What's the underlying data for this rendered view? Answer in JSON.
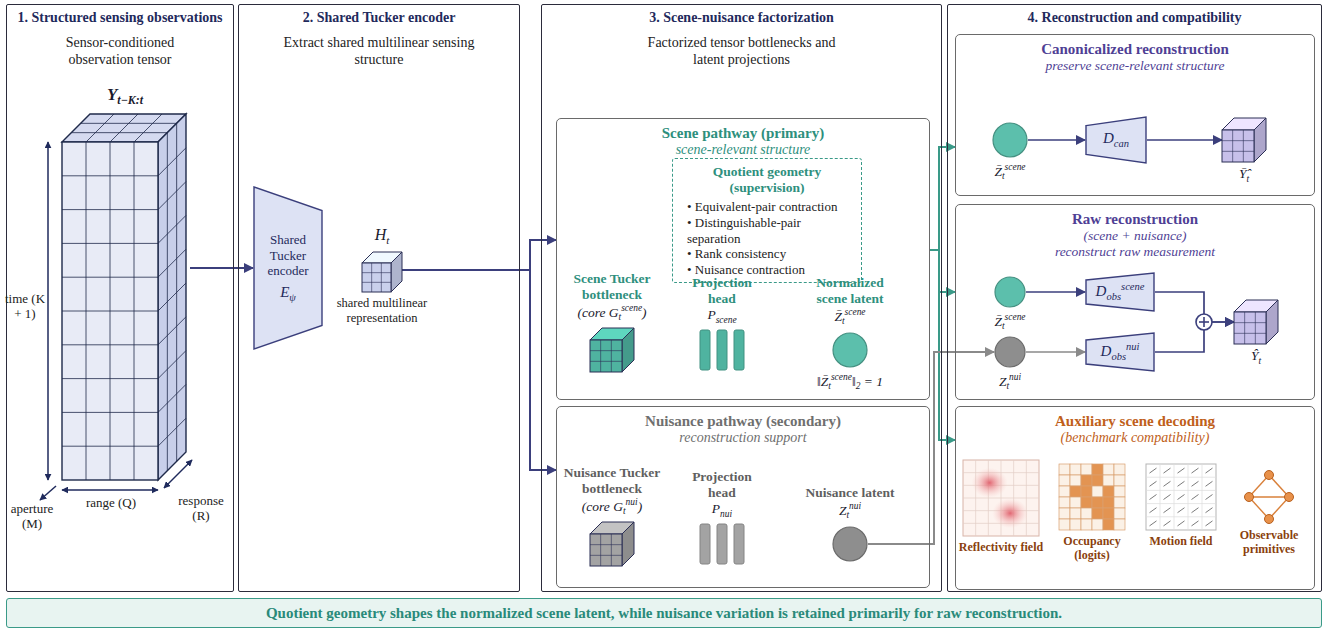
{
  "diagram": {
    "caption": "Quotient geometry shapes the normalized scene latent, while nuisance variation is retained primarily for raw reconstruction.",
    "nodes": [
      {
        "text": [
          "1. Structured sensing observations",
          "Sensor-conditioned observation tensor"
        ]
      },
      {
        "text": [
          "Yt−K:t"
        ],
        "in": 0
      },
      {
        "text": [
          "2. Shared Tucker encoder",
          "Extract shared multilinear sensing structure"
        ]
      },
      {
        "text": [
          "Shared Tucker encoder",
          "Eψ"
        ],
        "in": 2
      },
      {
        "text": [
          "Ht",
          "shared multilinear representation"
        ],
        "in": 2
      },
      {
        "text": [
          "3. Scene-nuisance factorization",
          "Factorized tensor bottlenecks and latent projections"
        ]
      },
      {
        "text": [
          "Scene pathway (primary)",
          "scene-relevant structure"
        ],
        "in": 5
      },
      {
        "text": [
          "Quotient geometry (supervision)",
          "• Equivalent-pair contraction",
          "• Distinguishable-pair separation",
          "• Rank consistency",
          "• Nuisance contraction"
        ],
        "in": 6
      },
      {
        "text": [
          "Scene Tucker bottleneck",
          "(core Gtscene)"
        ],
        "in": 6
      },
      {
        "text": [
          "Projection head",
          "Pscene"
        ],
        "in": 6
      },
      {
        "text": [
          "Normalized scene latent",
          "Z̄tscene",
          "‖Z̄tscene‖2 = 1"
        ],
        "in": 6
      },
      {
        "text": [
          "Nuisance pathway (secondary)",
          "reconstruction support"
        ],
        "in": 5
      },
      {
        "text": [
          "Nuisance Tucker bottleneck",
          "(core Gtnui)"
        ],
        "in": 11
      },
      {
        "text": [
          "Projection head",
          "Pnui"
        ],
        "in": 11
      },
      {
        "text": [
          "Nuisance latent",
          "Ztnui"
        ],
        "in": 11
      },
      {
        "text": [
          "4. Reconstruction and compatibility"
        ]
      },
      {
        "text": [
          "Canonicalized reconstruction",
          "preserve scene-relevant structure"
        ],
        "in": 15
      },
      {
        "text": [
          "Z̄tscene"
        ],
        "in": 16
      },
      {
        "text": [
          "Dcan"
        ],
        "in": 16
      },
      {
        "text": [
          "Ȳ̂t"
        ],
        "in": 16
      },
      {
        "text": [
          "Raw reconstruction",
          "(scene + nuisance)",
          "reconstruct raw measurement"
        ],
        "in": 15
      },
      {
        "text": [
          "Z̄tscene"
        ],
        "in": 20
      },
      {
        "text": [
          "Dobsscene"
        ],
        "in": 20
      },
      {
        "text": [
          "Ztnui"
        ],
        "in": 20
      },
      {
        "text": [
          "Dobsnui"
        ],
        "in": 20
      },
      {
        "text": [
          "Ŷt"
        ],
        "in": 20
      },
      {
        "text": [
          "Auxiliary scene decoding",
          "(benchmark compatibility)"
        ],
        "in": 15
      },
      {
        "text": [
          "Reflectivity field"
        ],
        "in": 26
      },
      {
        "text": [
          "Occupancy (logits)"
        ],
        "in": 26
      },
      {
        "text": [
          "Motion field"
        ],
        "in": 26
      },
      {
        "text": [
          "Observable primitives"
        ],
        "in": 26
      }
    ],
    "edges": [
      {
        "from": 1,
        "to": 3,
        "arrow": "to"
      },
      {
        "from": 4,
        "to": 6,
        "arrow": "to"
      },
      {
        "from": 4,
        "to": 11,
        "arrow": "to"
      },
      {
        "from": 6,
        "to": 16,
        "arrow": "to"
      },
      {
        "from": 6,
        "to": 20,
        "arrow": "to"
      },
      {
        "from": 6,
        "to": 26,
        "arrow": "to"
      },
      {
        "from": 14,
        "to": 23,
        "arrow": "to"
      },
      {
        "from": 17,
        "to": 18,
        "arrow": "to"
      },
      {
        "from": 18,
        "to": 19,
        "arrow": "to"
      },
      {
        "from": 21,
        "to": 22,
        "arrow": "to"
      },
      {
        "from": 23,
        "to": 24,
        "arrow": "to"
      },
      {
        "from": 22,
        "to": 25,
        "arrow": "to"
      },
      {
        "from": 24,
        "to": 25,
        "arrow": "to"
      }
    ],
    "labels": [
      "time (K + 1)",
      "aperture (M)",
      "range (Q)",
      "response (R)"
    ]
  }
}
